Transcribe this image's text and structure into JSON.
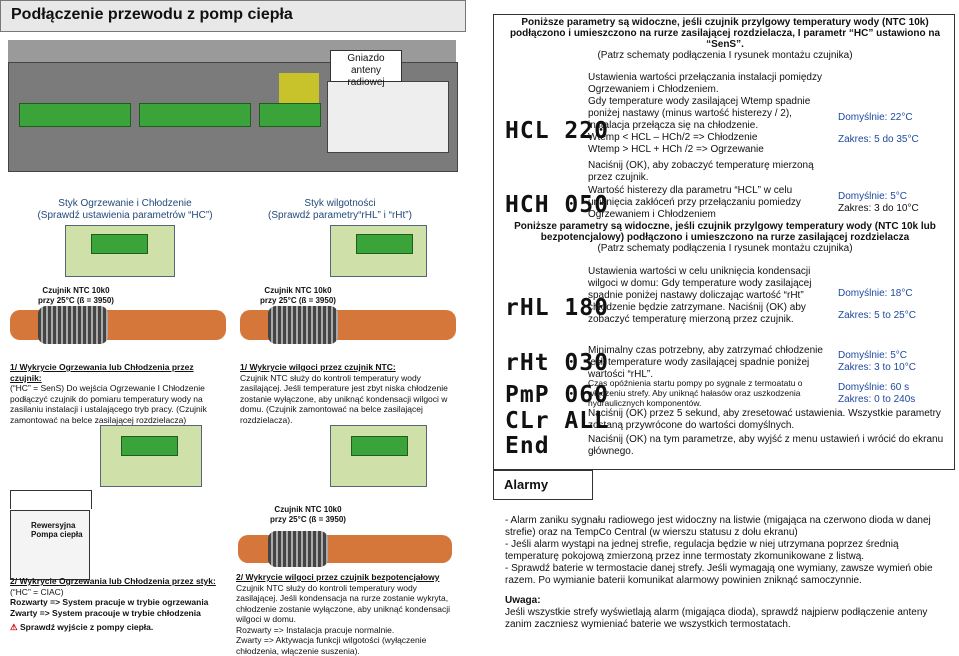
{
  "left": {
    "title": "Podłączenie przewodu z pomp ciepła",
    "antenna_label": "Gniazdo anteny radiowej",
    "caption_heating_1": "Styk Ogrzewanie i Chłodzenie",
    "caption_heating_2": "(Sprawdź ustawienia parametrów “HC”)",
    "caption_humidity_1": "Styk wilgotności",
    "caption_humidity_2": "(Sprawdź parametry“rHL” i “rHt”)",
    "sensor_label_1": "Czujnik NTC 10k0",
    "sensor_label_2": "przy 25°C (ß = 3950)",
    "block1_title": "1/ Wykrycie Ogrzewania lub Chłodzenia przez czujnik:",
    "block1_text": "(“HC” = SenS) Do wejścia Ogrzewanie I Chłodzenie podłączyć czujnik do pomiaru temperatury wody na zasilaniu instalacji i ustalającego tryb pracy. (Czujnik zamontować na belce zasilającej rozdzielacza)",
    "block2_title": "1/ Wykrycie wilgoci przez czujnik NTC:",
    "block2_text": "Czujnik NTC służy do kontroli temperatury wody zasilającej. Jeśli temperature jest zbyt niska chłodzenie zostanie wyłączone, aby uniknąć kondensacji wilgoci w domu. (Czujnik zamontować na belce zasilającej rozdzielacza).",
    "pump_label": "Rewersyjna Pompa ciepła",
    "block3_title": "2/ Wykrycie Ogrzewania lub Chłodzenia przez styk:",
    "block3_line1": "(“HC” = CIAC)",
    "block3_line2": "Rozwarty => System pracuje w trybie ogrzewania",
    "block3_line3": "Zwarty => System pracouje w trybie chłodzenia",
    "warning": "Sprawdź wyjście z pompy ciepła.",
    "block4_title": "2/ Wykrycie wilgoci przez czujnik bezpotencjałowy",
    "block4_text": "Czujnik NTC służy do kontroli temperatury wody zasilającej. Jeśli kondensacja na rurze zostanie wykryta, chłodzenie zostanie wyłączone, aby uniknąć kondensacji wilgoci w domu.",
    "block4_line1": "Rozwarty => Instalacja pracuje normalnie.",
    "block4_line2": "Zwarty => Aktywacja funkcji wilgotości (wyłączenie chłodzenia, włączenie suszenia)."
  },
  "right": {
    "header1": "Poniższe parametry są widoczne, jeśli czujnik przylgowy temperatury wody (NTC 10k) podłączono i umieszczono na rurze zasilającej rozdzielacza, I parametr “HC” ustawiono na “SenS”.",
    "header1_sub": "(Patrz schematy podłączenia I rysunek montażu czujnika)",
    "p1_code": "HCL 220",
    "p1_text1": "Ustawienia wartości przełączania instalacji pomiędzy",
    "p1_text2": "Ogrzewaniem i Chłodzeniem.",
    "p1_text3": "Gdy temperature wody zasilającej Wtemp spadnie poniżej nastawy (minus wartość histerezy / 2), instalacja przełącza się na chłodzenie.",
    "p1_text4": "Wtemp < HCL – HCh/2 => Chłodzenie",
    "p1_text5": "Wtemp > HCL + HCh /2 => Ogrzewanie",
    "p1_text6": "Naciśnij (OK), aby zobaczyć temperaturę mierzoną przez czujnik.",
    "p1_default": "Domyślnie: 22°C",
    "p1_range": "Zakres: 5 do 35°C",
    "p2_code": "HCH 050",
    "p2_text": "Wartość histerezy dla parametru “HCL” w celu uniknięcia zakłóceń przy przełączaniu pomiedzy Ogrzewaniem i Chłodzeniem",
    "p2_default": "Domyślnie: 5°C",
    "p2_range": "Zakres: 3 do 10°C",
    "header2": "Poniższe parametry są widoczne, jeśli czujnik przylgowy temperatury wody (NTC 10k lub bezpotencjalowy) podłączono i umieszczono na rurze zasilającej rozdzielacza",
    "header2_sub": "(Patrz schematy podłączenia I rysunek montażu czujnika)",
    "p3_code": "rHL 180",
    "p3_text": "Ustawienia wartości w celu uniknięcia kondensacji wilgoci w domu: Gdy temperature wody zasilającej spadnie poniżej nastawy doliczając wartość “rHt” chłodzenie będzie zatrzymane. Naciśnij (OK) aby zobaczyć temperaturę mierzoną przez czujnik.",
    "p3_default": "Domyślnie: 18°C",
    "p3_range": "Zakres: 5 to 25°C",
    "p4_code": "rHt 030",
    "p4_text": "Minimalny czas potrzebny, aby zatrzymać chłodzenie jeśli temperature wody zasilającej spadnie poniżej wartości “rHL”.",
    "p4_default": "Domyślnie: 5°C",
    "p4_range": "Zakres: 3 to 10°C",
    "p5_code": "PmP 060",
    "p5_text": "Czas opóźnienia startu pompy po sygnale z termoatatu o włączeniu strefy. Aby uniknąć hałasów oraz uszkodzenia hydraulicznych komponentów.",
    "p5_default": "Domyślnie: 60 s",
    "p5_range": "Zakres: 0 to 240s",
    "p6_code": "CLr ALL",
    "p6_text": "Naciśnij (OK) przez 5 sekund, aby zresetować ustawienia. Wszystkie parametry zostaną przywrócone do wartości domyślnych.",
    "p7_code": "End",
    "p7_text": "Naciśnij (OK) na tym parametrze, aby wyjść z menu ustawień i wrócić do ekranu głównego.",
    "alarms_title": "Alarmy",
    "alarm_1": "- Alarm zaniku sygnału radiowego jest widoczny na listwie (migająca na czerwono dioda w danej strefie) oraz na TempCo Central (w wierszu statusu z dołu ekranu)",
    "alarm_2": "- Jeśli alarm wystąpi na jednej strefie, regulacja będzie w niej utrzymana poprzez średnią temperaturę pokojową zmierzoną przez inne termostaty zkomunikowane z listwą.",
    "alarm_3": "- Sprawdź baterie w termostacie danej strefy. Jeśli wymagają one wymiany, zawsze wymień obie razem. Po wymianie baterii komunikat alarmowy powinien zniknąć samoczynnie.",
    "note_title": "Uwaga:",
    "note_text": "Jeśli wszystkie strefy wyświetlają alarm (migająca dioda), sprawdź najpierw podłączenie anteny zanim zaczniesz wymieniać baterie we wszystkich termostatach."
  }
}
